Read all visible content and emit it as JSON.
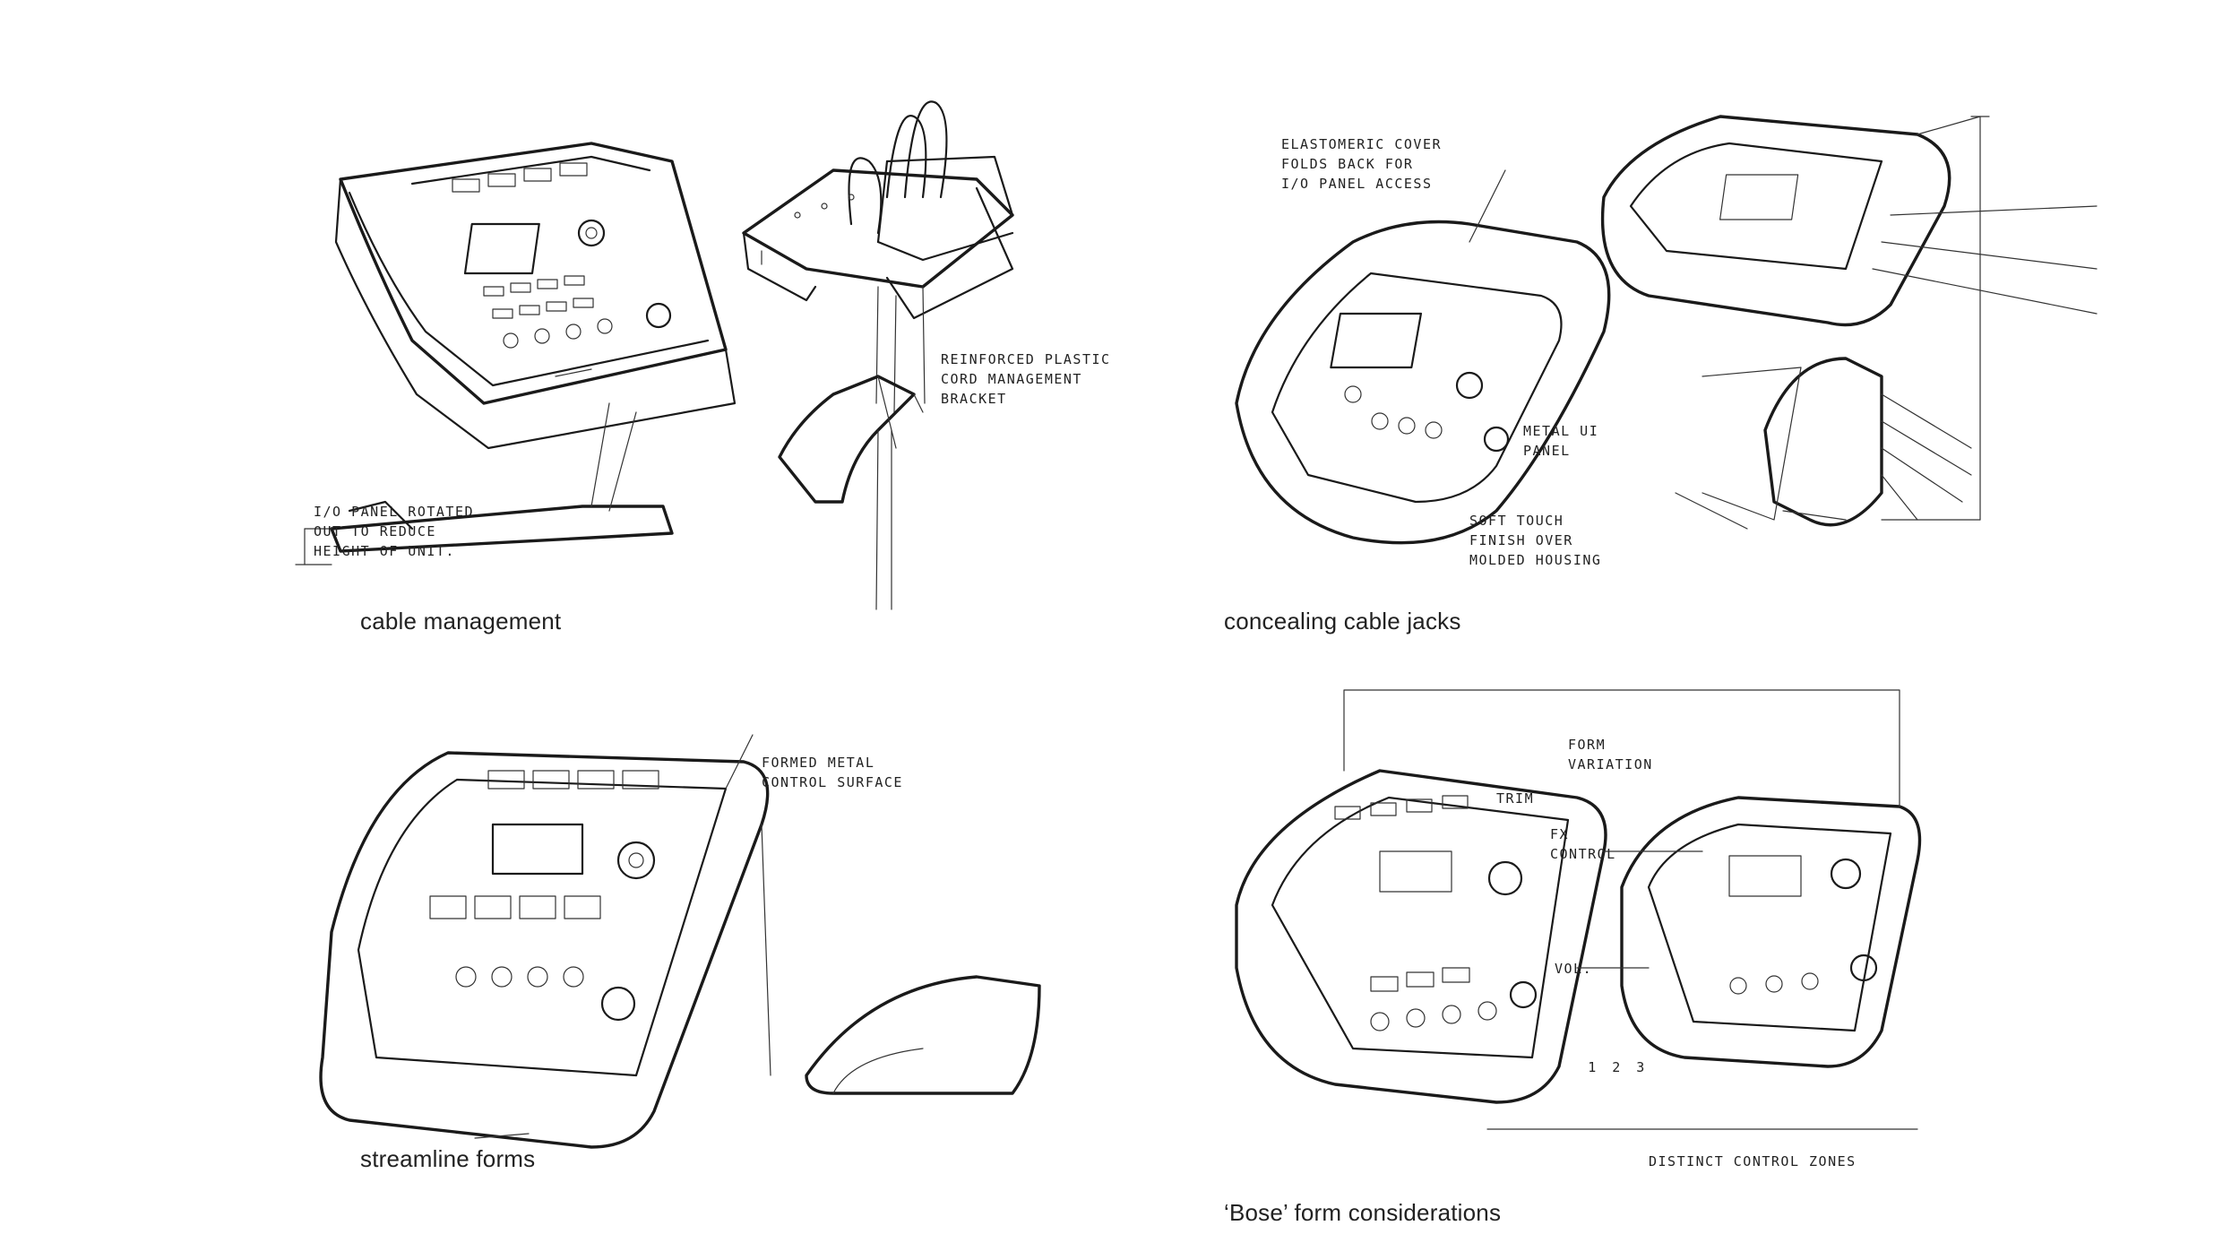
{
  "captions": {
    "top_left": "cable management",
    "top_right": "concealing cable jacks",
    "bottom_left": "streamline forms",
    "bottom_right": "‘Bose’ form considerations"
  },
  "notes": {
    "reinforced": "Reinforced plastic\ncord management\nbracket",
    "io_panel": "I/O panel rotated\nout to reduce\nheight of unit.",
    "elastomeric": "Elastomeric cover\nfolds back for\nI/O panel access",
    "metal_ui": "Metal UI\npanel",
    "soft_touch": "Soft touch\nfinish over\nmolded housing",
    "formed_metal": "Formed metal\ncontrol surface",
    "form_variation": "Form\nvariation",
    "trim": "Trim",
    "fx_control": "FX\ncontrol",
    "vol": "Vol.",
    "distinct": "Distinct control zones"
  },
  "keypad_numbers": [
    "1",
    "2",
    "3"
  ]
}
